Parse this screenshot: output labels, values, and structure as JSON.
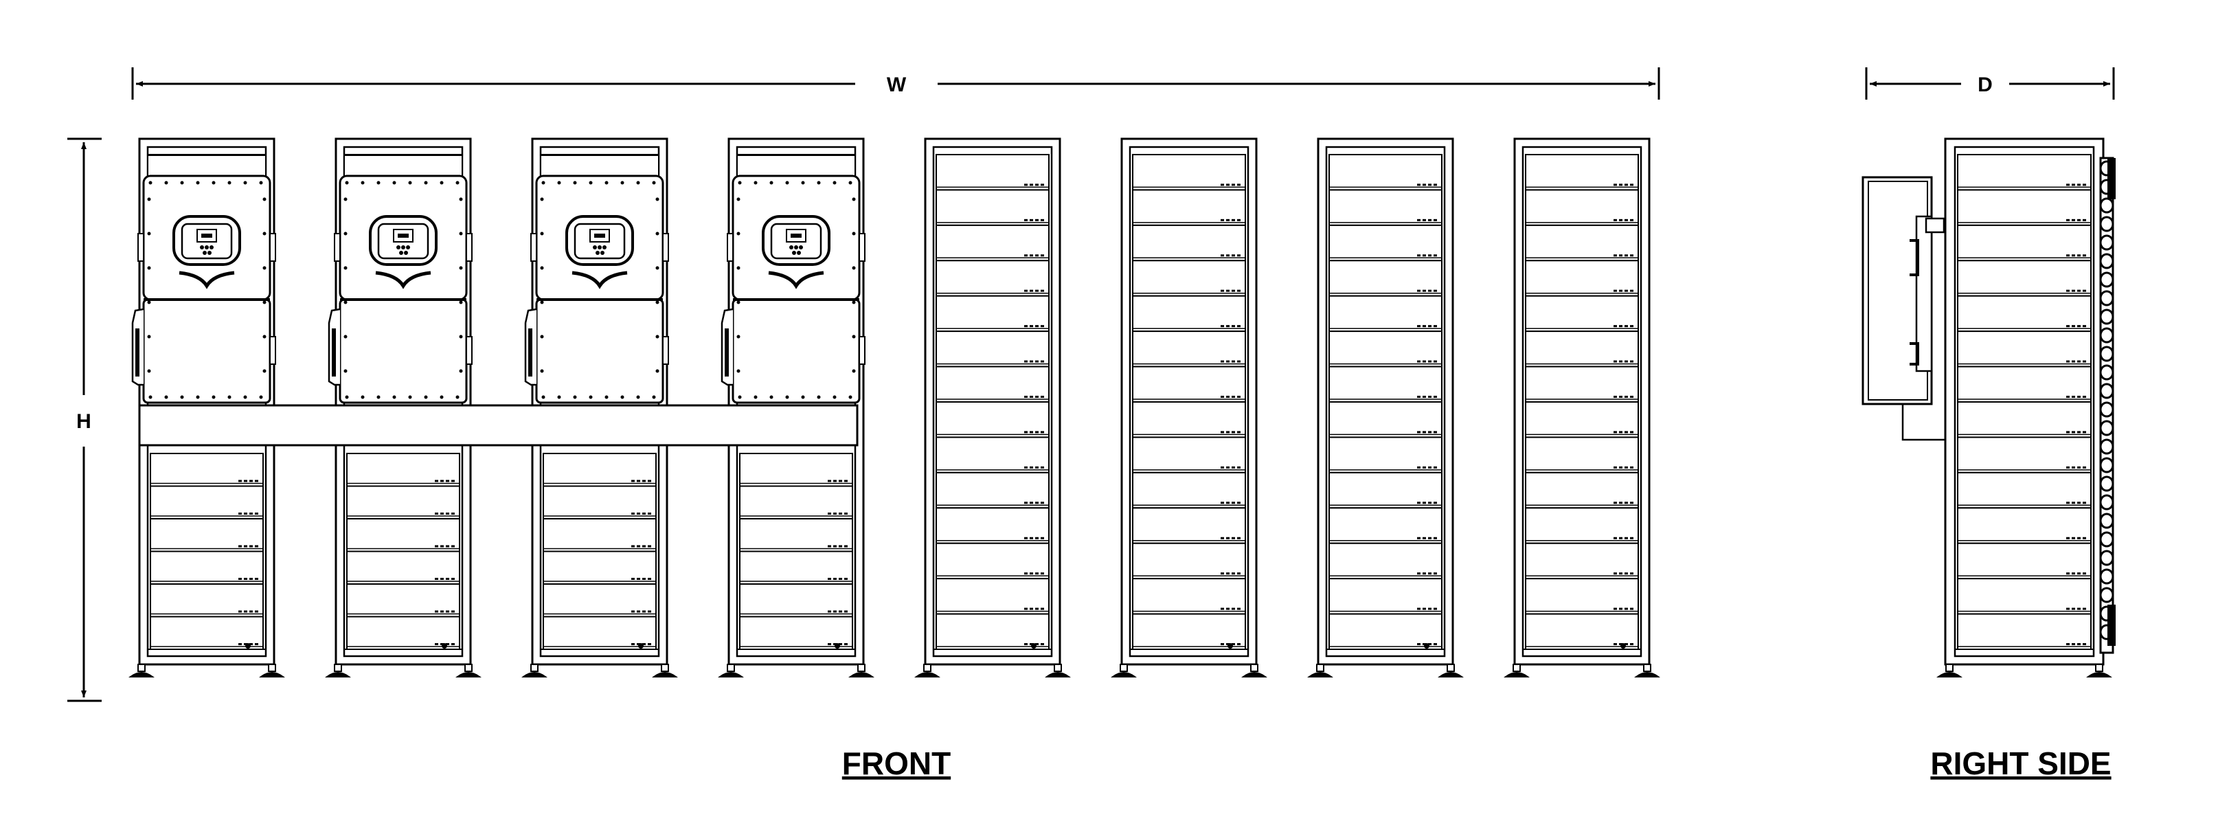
{
  "dimensions": {
    "width_label": "W",
    "height_label": "H",
    "depth_label": "D"
  },
  "views": {
    "front_title": "FRONT",
    "side_title": "RIGHT SIDE"
  },
  "front_view": {
    "racks_with_inverter": 4,
    "battery_only_racks": 4,
    "battery_modules_per_full_rack": 14,
    "battery_modules_under_inverter": 6
  },
  "side_view": {
    "battery_modules": 14
  },
  "colors": {
    "line": "#000000",
    "background": "#ffffff"
  }
}
